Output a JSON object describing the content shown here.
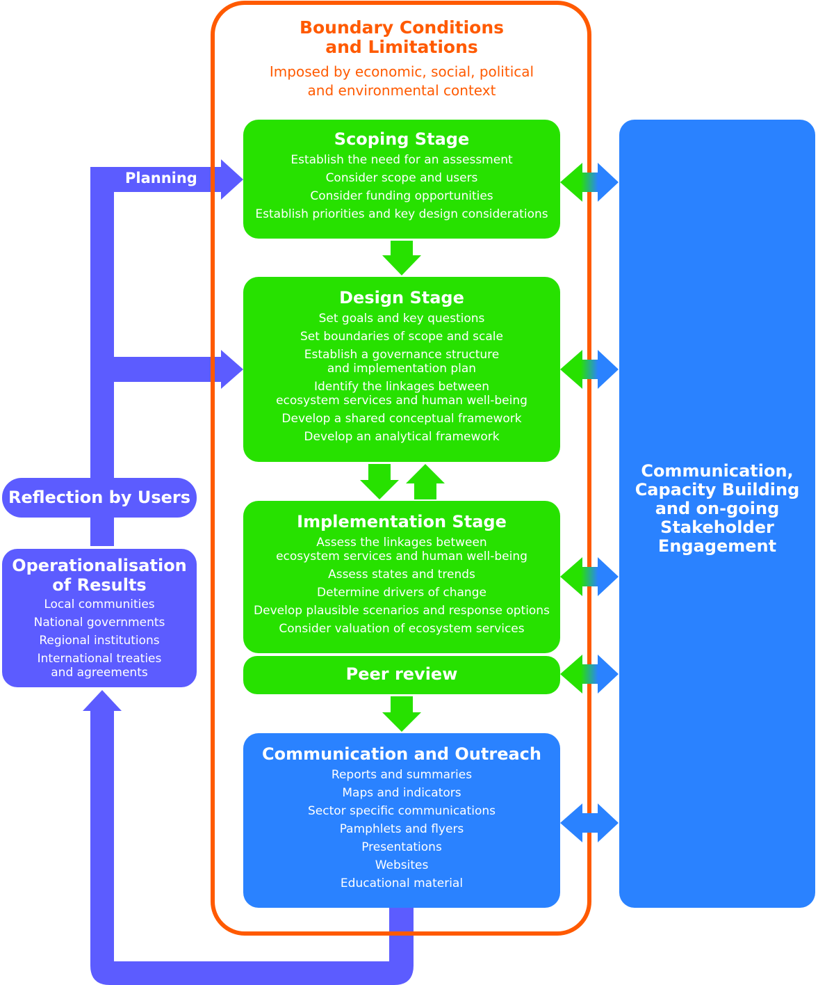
{
  "boundary": {
    "title_line1": "Boundary Conditions",
    "title_line2": "and Limitations",
    "subtitle_line1": "Imposed by economic, social, political",
    "subtitle_line2": "and environmental context"
  },
  "scoping": {
    "title": "Scoping Stage",
    "items": [
      "Establish the need for an assessment",
      "Consider scope and users",
      "Consider funding opportunities",
      "Establish priorities and key design considerations"
    ]
  },
  "design": {
    "title": "Design Stage",
    "items": [
      "Set goals and key questions",
      "Set boundaries of scope and scale",
      "Establish a governance structure\nand implementation plan",
      "Identify the linkages between\necosystem services and human well-being",
      "Develop a shared conceptual framework",
      "Develop an analytical framework"
    ]
  },
  "implementation": {
    "title": "Implementation Stage",
    "items": [
      "Assess the linkages between\necosystem services and human well-being",
      "Assess states and trends",
      "Determine drivers of change",
      "Develop plausible scenarios and response options",
      "Consider valuation of ecosystem services"
    ]
  },
  "peer_review": {
    "title": "Peer review"
  },
  "outreach": {
    "title": "Communication and Outreach",
    "items": [
      "Reports and summaries",
      "Maps and indicators",
      "Sector specific communications",
      "Pamphlets and flyers",
      "Presentations",
      "Websites",
      "Educational material"
    ]
  },
  "capacity": {
    "title_lines": [
      "Communication,",
      "Capacity Building",
      "and on-going",
      "Stakeholder",
      "Engagement"
    ]
  },
  "planning_label": "Planning",
  "reflection_label": "Reflection by Users",
  "operationalisation": {
    "title_line1": "Operationalisation",
    "title_line2": "of Results",
    "items": [
      "Local communities",
      "National governments",
      "Regional institutions",
      "International treaties\nand agreements"
    ]
  },
  "colors": {
    "orange": "#ff5a00",
    "green": "#27e100",
    "blue": "#2a82ff",
    "purple": "#5c5cff"
  }
}
